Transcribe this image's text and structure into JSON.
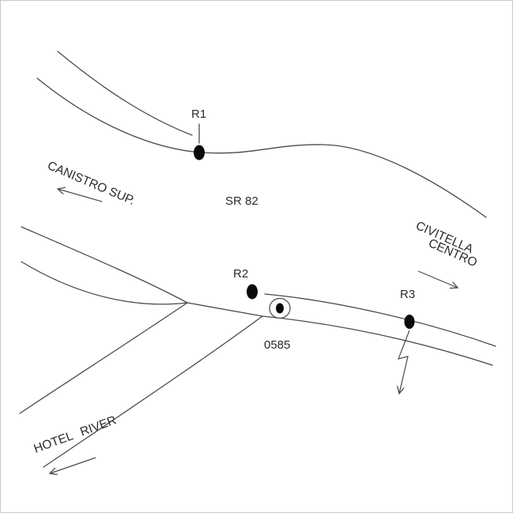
{
  "diagram": {
    "labels": {
      "r1": "R1",
      "r2": "R2",
      "r3": "R3",
      "sr82": "SR 82",
      "canistro": "CANISTRO SUP.",
      "civitella_line1": "CIVITELLA",
      "civitella_line2": "CENTRO",
      "sensor": "0585",
      "hotel": "HOTEL RIVER"
    },
    "colors": {
      "stroke": "#4a4a4a",
      "text": "#2b2b2b",
      "marker_fill": "#0a0a0a",
      "background": "#ffffff",
      "border": "#c9c9c9"
    }
  }
}
